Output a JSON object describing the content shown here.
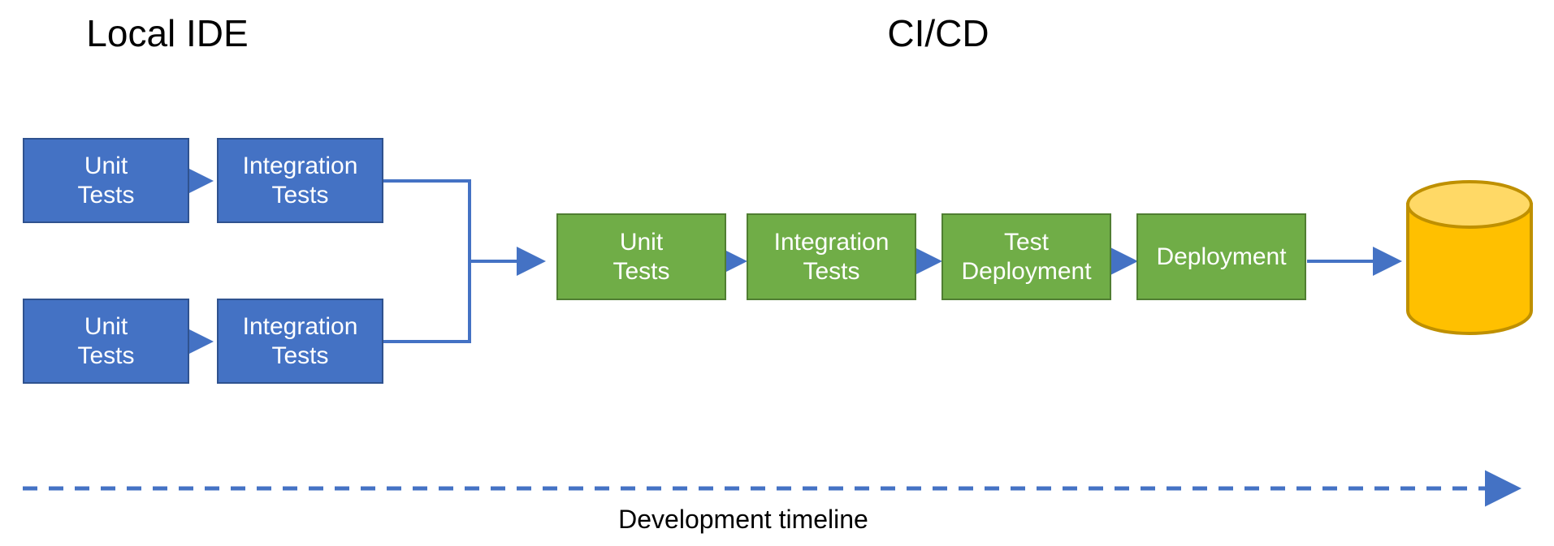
{
  "diagram": {
    "title_local": "Local IDE",
    "title_cicd": "CI/CD",
    "timeline_label": "Development timeline",
    "colors": {
      "blue_fill": "#4472C4",
      "blue_border": "#2F528F",
      "green_fill": "#70AD47",
      "green_border": "#507E32",
      "cylinder_fill": "#FFC000",
      "cylinder_top": "#FFD966",
      "cylinder_border": "#BF9000",
      "connector": "#4472C4",
      "text_dark": "#000000",
      "text_light": "#FFFFFF"
    },
    "local_ide": {
      "row1": [
        {
          "label": "Unit\nTests"
        },
        {
          "label": "Integration\nTests"
        }
      ],
      "row2": [
        {
          "label": "Unit\nTests"
        },
        {
          "label": "Integration\nTests"
        }
      ]
    },
    "cicd_pipeline": [
      {
        "label": "Unit\nTests"
      },
      {
        "label": "Integration\nTests"
      },
      {
        "label": "Test\nDeployment"
      },
      {
        "label": "Deployment"
      }
    ],
    "datastore": {
      "shape": "cylinder-icon",
      "label": ""
    }
  }
}
